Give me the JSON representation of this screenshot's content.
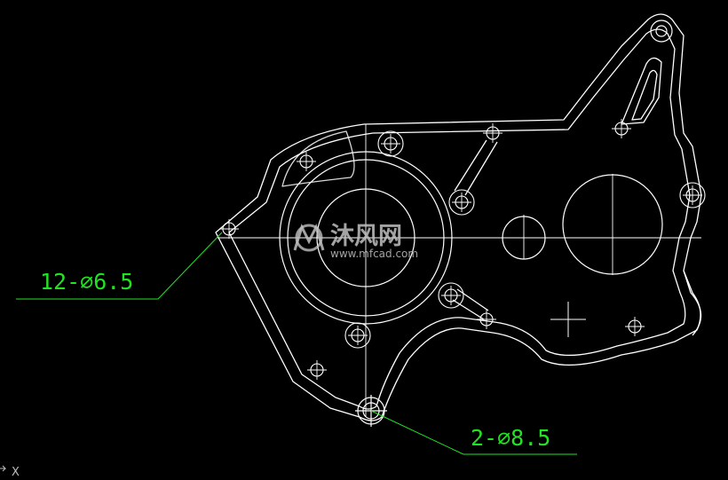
{
  "annotations": {
    "hole_callout_small": "12-∅6.5",
    "hole_callout_large": "2-∅8.5"
  },
  "watermark": {
    "text": "沐风网",
    "url": "www.mfcad.com"
  },
  "ucs": {
    "axis_label": "X"
  },
  "colors": {
    "background": "#000000",
    "geometry": "#ffffff",
    "dimension": "#22e322"
  },
  "icons": {
    "watermark_logo": "mfcad-logo-icon",
    "ucs": "ucs-axis-icon"
  }
}
